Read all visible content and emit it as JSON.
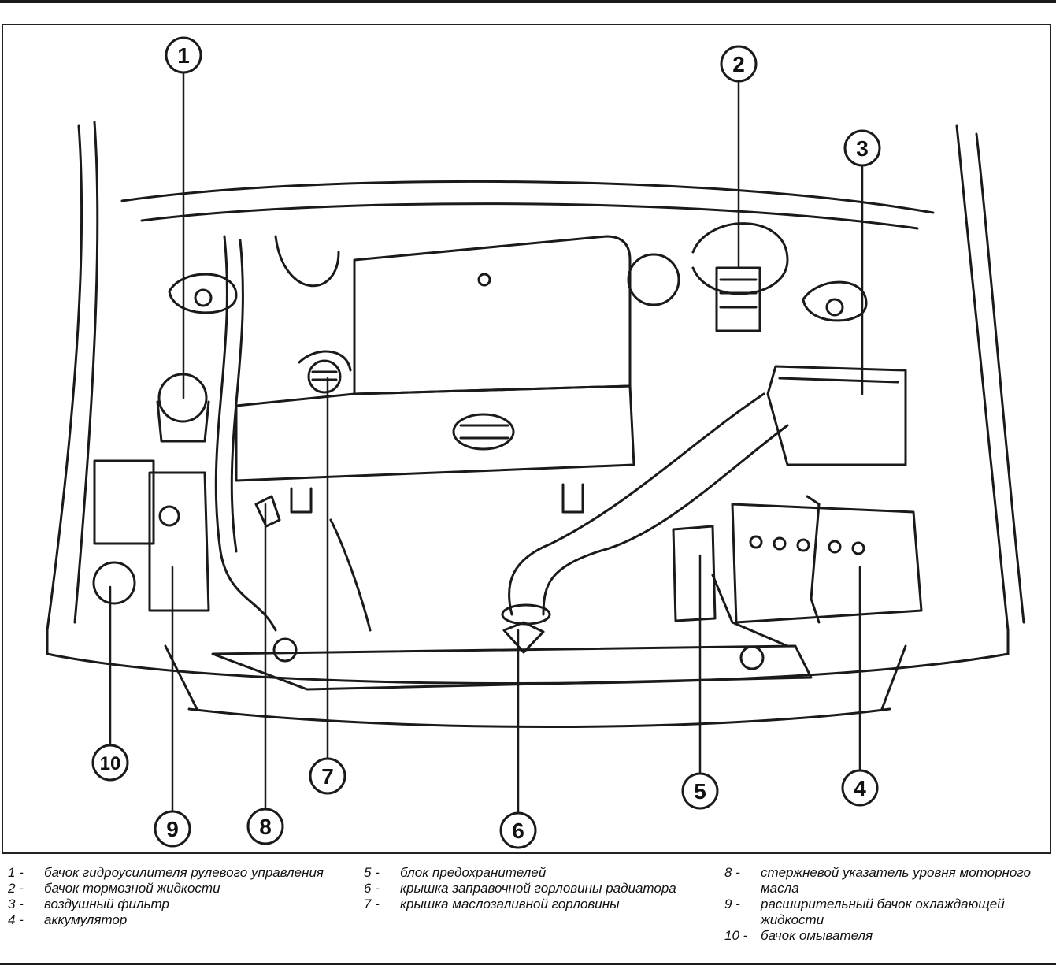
{
  "callouts": [
    {
      "num": "1"
    },
    {
      "num": "2"
    },
    {
      "num": "3"
    },
    {
      "num": "4"
    },
    {
      "num": "5"
    },
    {
      "num": "6"
    },
    {
      "num": "7"
    },
    {
      "num": "8"
    },
    {
      "num": "9"
    },
    {
      "num": "10"
    }
  ],
  "legend": [
    {
      "num": "1 -",
      "text": "бачок гидроусилителя рулевого управления"
    },
    {
      "num": "2 -",
      "text": "бачок тормозной жидкости"
    },
    {
      "num": "3 -",
      "text": "воздушный фильтр"
    },
    {
      "num": "4 -",
      "text": "аккумулятор"
    },
    {
      "num": "5 -",
      "text": "блок предохранителей"
    },
    {
      "num": "6 -",
      "text": "крышка заправочной горловины радиатора"
    },
    {
      "num": "7 -",
      "text": "крышка маслозаливной горловины"
    },
    {
      "num": "8 -",
      "text": "стержневой указатель уровня моторного масла"
    },
    {
      "num": "9 -",
      "text": "расширительный бачок охлаждающей жидкости"
    },
    {
      "num": "10 -",
      "text": "бачок омывателя"
    }
  ]
}
